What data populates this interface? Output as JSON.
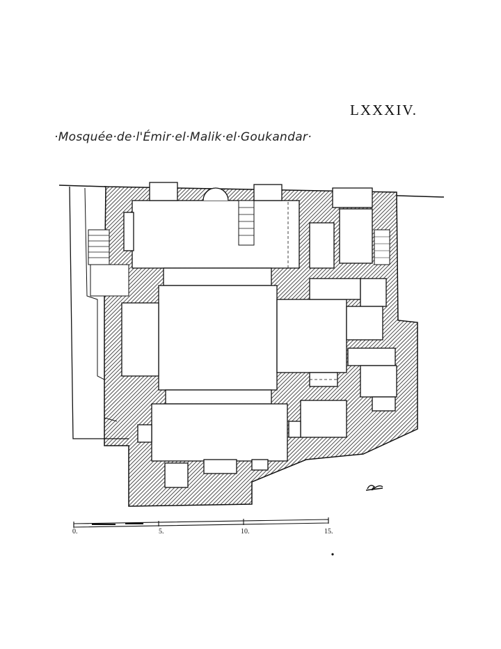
{
  "plate_number": "LXXXIV.",
  "title": "·Mosquée·de·l'Émir·el·Malik·el·Goukandar·",
  "scale": {
    "ticks": [
      "0.",
      "5.",
      "10.",
      "15."
    ]
  },
  "signature": "ac",
  "colors": {
    "ink": "#111111",
    "paper": "#ffffff"
  }
}
